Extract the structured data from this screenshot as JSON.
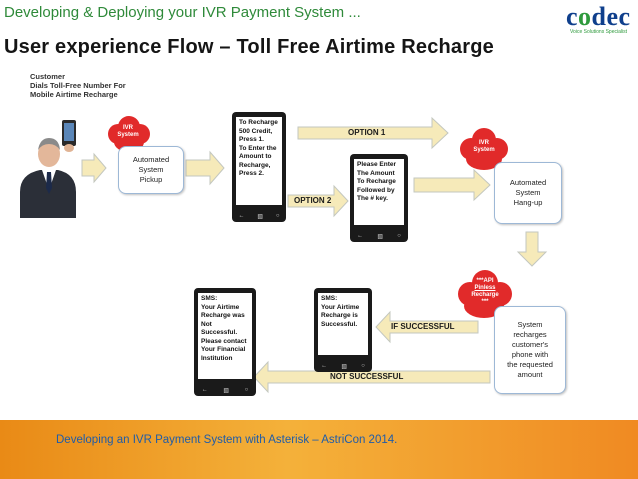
{
  "header": {
    "title": "Developing & Deploying your IVR Payment System ...",
    "main_title": "User experience Flow – Toll Free Airtime Recharge"
  },
  "logo": {
    "c": "c",
    "o": "o",
    "dec": "dec",
    "tagline": "Voice Solutions Specialist"
  },
  "customer": {
    "caption_l1": "Customer",
    "caption_l2": "Dials Toll-Free Number For",
    "caption_l3": "Mobile Airtime Recharge"
  },
  "clouds": {
    "ivr1_l1": "IVR",
    "ivr1_l2": "System",
    "ivr2_l1": "IVR",
    "ivr2_l2": "System",
    "api_l1": "***API",
    "api_l2": "Pinless",
    "api_l3": "Recharge",
    "api_l4": "***"
  },
  "boxes": {
    "pickup_l1": "Automated",
    "pickup_l2": "System",
    "pickup_l3": "Pickup",
    "hangup_l1": "Automated",
    "hangup_l2": "System",
    "hangup_l3": "Hang-up",
    "recharge_l1": "System",
    "recharge_l2": "recharges",
    "recharge_l3": "customer's",
    "recharge_l4": "phone with",
    "recharge_l5": "the requested",
    "recharge_l6": "amount"
  },
  "phones": {
    "menu": [
      "To Recharge",
      "500 Credit,",
      "Press 1.",
      "To Enter the",
      "Amount to",
      "Recharge,",
      "Press 2."
    ],
    "enter": [
      "Please Enter",
      "The Amount",
      "To Recharge",
      "Followed by",
      "The # key."
    ],
    "success": [
      "SMS:",
      "Your Airtime",
      "Recharge is",
      "Successful."
    ],
    "fail": [
      "SMS:",
      "Your Airtime",
      "Recharge was",
      "Not Successful.",
      "Please contact",
      "Your Financial",
      "Institution"
    ]
  },
  "arrows": {
    "option1": "OPTION 1",
    "option2": "OPTION 2",
    "if_successful": "IF SUCCESSFUL",
    "not_successful": "NOT SUCCESSFUL"
  },
  "footer": {
    "text": "Developing an IVR Payment System with Asterisk – AstriCon 2014."
  },
  "colors": {
    "header_green": "#2f8a3a",
    "cloud_red": "#e12a2a",
    "arrow_fill": "#f6eab9",
    "arrow_stroke": "#c3c7bf",
    "footer_orange": "#f0a030",
    "footer_text": "#1f5ca8"
  }
}
